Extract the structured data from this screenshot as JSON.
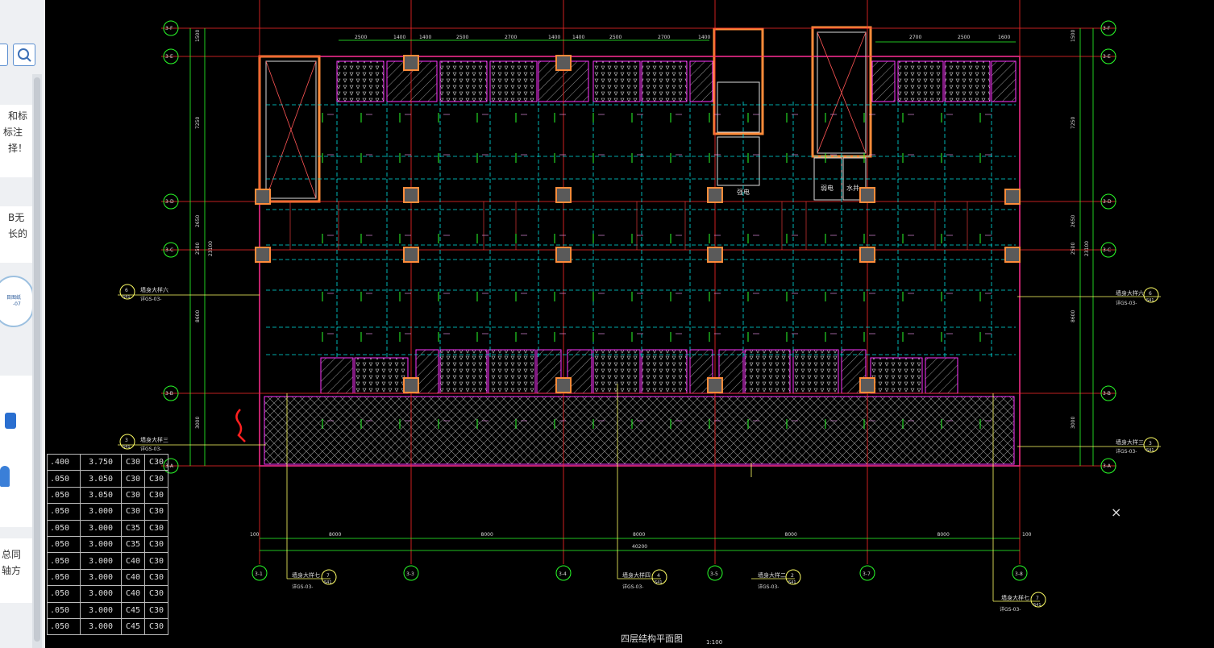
{
  "side_panel": {
    "snippets": [
      "和标",
      "标注",
      "择！",
      "B无",
      "长的",
      "目图纸",
      "-07",
      "总同",
      "轴方"
    ]
  },
  "drawing": {
    "title": "四层结构平面图",
    "scale": "1:100",
    "axes_letters": [
      "3-F",
      "3-E",
      "3-D",
      "3-C",
      "3-B",
      "3-A"
    ],
    "axes_numbers": [
      "3-1",
      "3-3",
      "3-4",
      "3-5",
      "3-7",
      "3-8"
    ],
    "bay_dims": [
      "8000",
      "8000",
      "8000",
      "8000",
      "8000"
    ],
    "edge_dims": [
      "100",
      "100"
    ],
    "total_dim": "40200",
    "top_dims": [
      "2500",
      "1400",
      "1400",
      "2500",
      "2700",
      "1400",
      "1400",
      "2500",
      "2700",
      "1400",
      "2700",
      "2500",
      "1600"
    ],
    "left_dims": [
      "1500",
      "7250",
      "2650",
      "2500",
      "8600",
      "3000"
    ],
    "total_vert": "23100",
    "rooms": [
      "强电",
      "弱电",
      "水井"
    ],
    "callouts": [
      {
        "label": "墙身大样六",
        "ref": "详GS-03-",
        "num": "6",
        "sheet": "S41"
      },
      {
        "label": "墙身大样三",
        "ref": "详GS-03-",
        "num": "3",
        "sheet": "S41"
      },
      {
        "label": "墙身大样七",
        "ref": "详GS-03-",
        "num": "7",
        "sheet": "S41"
      },
      {
        "label": "墙身大样四",
        "ref": "详GS-03-",
        "num": "4",
        "sheet": "S41"
      },
      {
        "label": "墙身大样二",
        "ref": "详GS-03-",
        "num": "2",
        "sheet": "S41"
      },
      {
        "label": "墙身大样七",
        "ref": "详GS-03-",
        "num": "7",
        "sheet": "S41"
      },
      {
        "label": "墙身大样六",
        "ref": "详GS-03-",
        "num": "6",
        "sheet": "S41"
      },
      {
        "label": "墙身大样三",
        "ref": "详GS-03-",
        "num": "3",
        "sheet": "S41"
      }
    ],
    "close_symbol": "×"
  },
  "level_table": [
    [
      ".400",
      "3.750",
      "C30",
      "C30"
    ],
    [
      ".050",
      "3.050",
      "C30",
      "C30"
    ],
    [
      ".050",
      "3.050",
      "C30",
      "C30"
    ],
    [
      ".050",
      "3.000",
      "C30",
      "C30"
    ],
    [
      ".050",
      "3.000",
      "C35",
      "C30"
    ],
    [
      ".050",
      "3.000",
      "C35",
      "C30"
    ],
    [
      ".050",
      "3.000",
      "C40",
      "C30"
    ],
    [
      ".050",
      "3.000",
      "C40",
      "C30"
    ],
    [
      ".050",
      "3.000",
      "C40",
      "C30"
    ],
    [
      ".050",
      "3.000",
      "C45",
      "C30"
    ],
    [
      ".050",
      "3.000",
      "C45",
      "C30"
    ]
  ],
  "colors": {
    "background": "#000000",
    "axis": "#ff2a2a",
    "dimension": "#2aff2a",
    "beam": "#00e0e0",
    "wall": "#ff33ff",
    "column": "#ff8c3a",
    "text": "#ffff66"
  }
}
